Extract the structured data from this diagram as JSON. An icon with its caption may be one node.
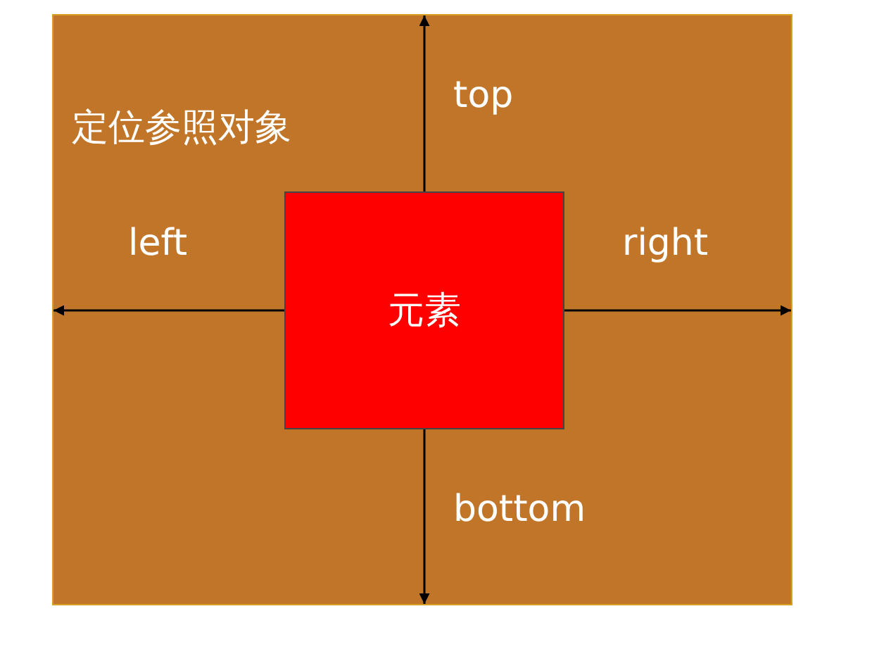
{
  "diagram": {
    "nodes": [
      {
        "text": [
          "定位参照对象"
        ]
      },
      {
        "text": [
          "元素"
        ],
        "in": 0
      }
    ],
    "edges": [
      {
        "from": 1,
        "to": 0,
        "arrow": "to",
        "label": "top"
      },
      {
        "from": 1,
        "to": 0,
        "arrow": "to",
        "label": "left"
      },
      {
        "from": 1,
        "to": 0,
        "arrow": "to",
        "label": "right"
      },
      {
        "from": 1,
        "to": 0,
        "arrow": "to",
        "label": "bottom"
      }
    ]
  }
}
